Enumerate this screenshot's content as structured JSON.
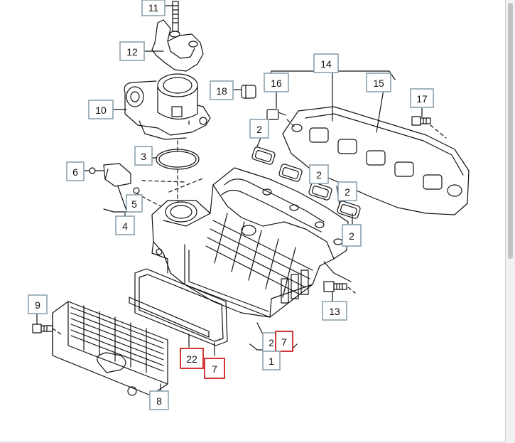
{
  "colors": {
    "callout_border": "#8ea2ad",
    "callout_highlight": "#cc2222",
    "line": "#111111",
    "page": "#ffffff"
  },
  "callouts": [
    {
      "id": "c11",
      "text": "11",
      "highlight": false
    },
    {
      "id": "c12",
      "text": "12",
      "highlight": false
    },
    {
      "id": "c10",
      "text": "10",
      "highlight": false
    },
    {
      "id": "c18",
      "text": "18",
      "highlight": false
    },
    {
      "id": "c16",
      "text": "16",
      "highlight": false
    },
    {
      "id": "c14",
      "text": "14",
      "highlight": false
    },
    {
      "id": "c15",
      "text": "15",
      "highlight": false
    },
    {
      "id": "c17",
      "text": "17",
      "highlight": false
    },
    {
      "id": "c2a",
      "text": "2",
      "highlight": false
    },
    {
      "id": "c2b",
      "text": "2",
      "highlight": false
    },
    {
      "id": "c2c",
      "text": "2",
      "highlight": false
    },
    {
      "id": "c2d",
      "text": "2",
      "highlight": false
    },
    {
      "id": "c3",
      "text": "3",
      "highlight": false
    },
    {
      "id": "c6",
      "text": "6",
      "highlight": false
    },
    {
      "id": "c5",
      "text": "5",
      "highlight": false
    },
    {
      "id": "c4",
      "text": "4",
      "highlight": false
    },
    {
      "id": "c13",
      "text": "13",
      "highlight": false
    },
    {
      "id": "c9",
      "text": "9",
      "highlight": false
    },
    {
      "id": "c2e",
      "text": "2",
      "highlight": false
    },
    {
      "id": "c7a",
      "text": "7",
      "highlight": true
    },
    {
      "id": "c1",
      "text": "1",
      "highlight": false
    },
    {
      "id": "c22",
      "text": "22",
      "highlight": true
    },
    {
      "id": "c7b",
      "text": "7",
      "highlight": true
    },
    {
      "id": "c8",
      "text": "8",
      "highlight": false
    }
  ]
}
